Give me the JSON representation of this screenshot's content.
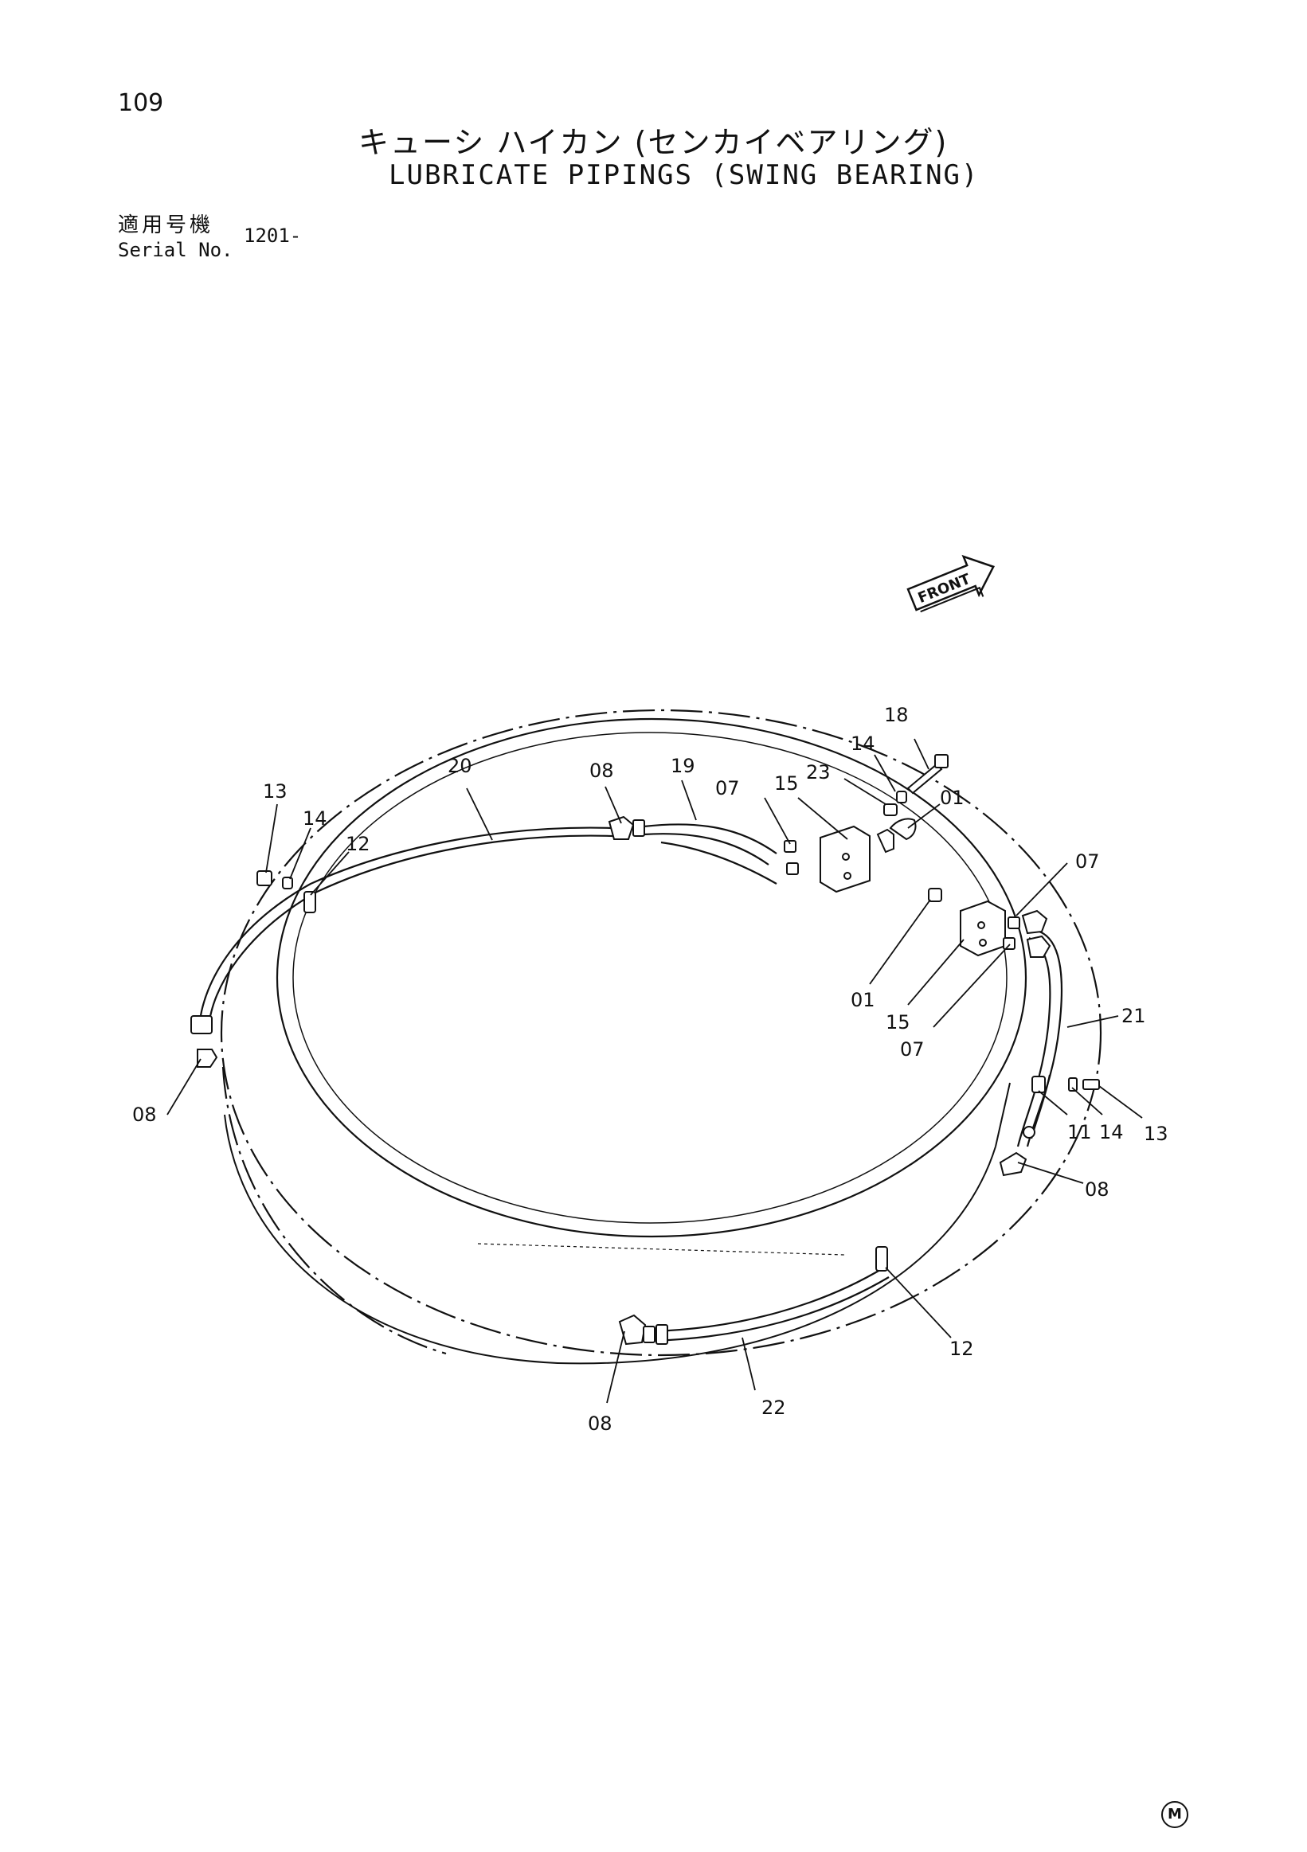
{
  "page_number": "109",
  "title_jp": "キューシ ハイカン (センカイベアリング)",
  "title_en": "LUBRICATE PIPINGS (SWING BEARING)",
  "serial_label_jp": "適用号機",
  "serial_label_en": "Serial No.",
  "serial_value": "1201-",
  "front_label": "FRONT",
  "manufacturer_mark": "M",
  "callouts": {
    "c01_top": "01",
    "c01_mid": "01",
    "c07_top": "07",
    "c07_right": "07",
    "c07_bottom": "07",
    "c08_top": "08",
    "c08_left": "08",
    "c08_right": "08",
    "c08_bottom": "08",
    "c11": "11",
    "c12_left": "12",
    "c12_bottom": "12",
    "c13_left": "13",
    "c13_right": "13",
    "c14_top": "14",
    "c14_left": "14",
    "c14_right": "14",
    "c15_top": "15",
    "c15_mid": "15",
    "c18": "18",
    "c19": "19",
    "c20": "20",
    "c21": "21",
    "c22": "22",
    "c23": "23"
  }
}
